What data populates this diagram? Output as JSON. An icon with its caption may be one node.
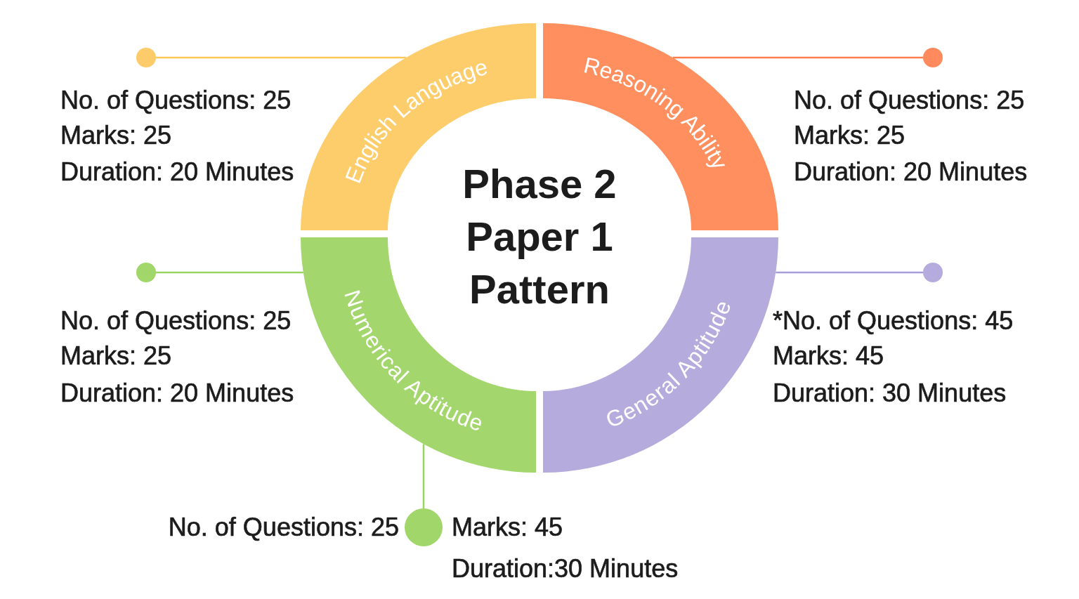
{
  "diagram": {
    "title": "Phase 2 Paper 1 Pattern",
    "nodes": [
      {
        "text": [
          "English Language"
        ]
      },
      {
        "text": [
          "Reasoning Ability"
        ]
      },
      {
        "text": [
          "Numerical Aptitude"
        ]
      },
      {
        "text": [
          "General Aptitude"
        ]
      },
      {
        "text": [],
        "shape": "circle",
        "beside": [
          "No. of Questions: 25",
          "Marks: 25",
          "Duration: 20 Minutes"
        ]
      },
      {
        "text": [],
        "shape": "circle",
        "beside": [
          "No. of Questions: 25",
          "Marks: 25",
          "Duration: 20 Minutes"
        ]
      },
      {
        "text": [],
        "shape": "circle",
        "beside": [
          "No. of Questions: 25",
          "Marks: 25",
          "Duration: 20 Minutes"
        ]
      },
      {
        "text": [],
        "shape": "circle",
        "beside": [
          "*No. of Questions: 45",
          "Marks: 45"
        ]
      },
      {
        "text": [],
        "shape": "circle",
        "beside": [
          "No. of Questions: 25",
          "Marks: 45",
          "Duration:30 Minutes"
        ]
      }
    ],
    "edges": [
      {
        "from": 4,
        "to": 0,
        "arrow": "none",
        "color": "#fdc757"
      },
      {
        "from": 5,
        "to": 1,
        "arrow": "none",
        "color": "#fb7f4e"
      },
      {
        "from": 6,
        "to": 2,
        "arrow": "none",
        "color": "#9ad361"
      },
      {
        "from": 7,
        "to": 3,
        "arrow": "none",
        "color": "#a89cd9"
      },
      {
        "from": 8,
        "to": 2,
        "arrow": "none",
        "color": "#9ad361"
      }
    ],
    "labels": [
      "Duration: 30 Minutes"
    ]
  }
}
